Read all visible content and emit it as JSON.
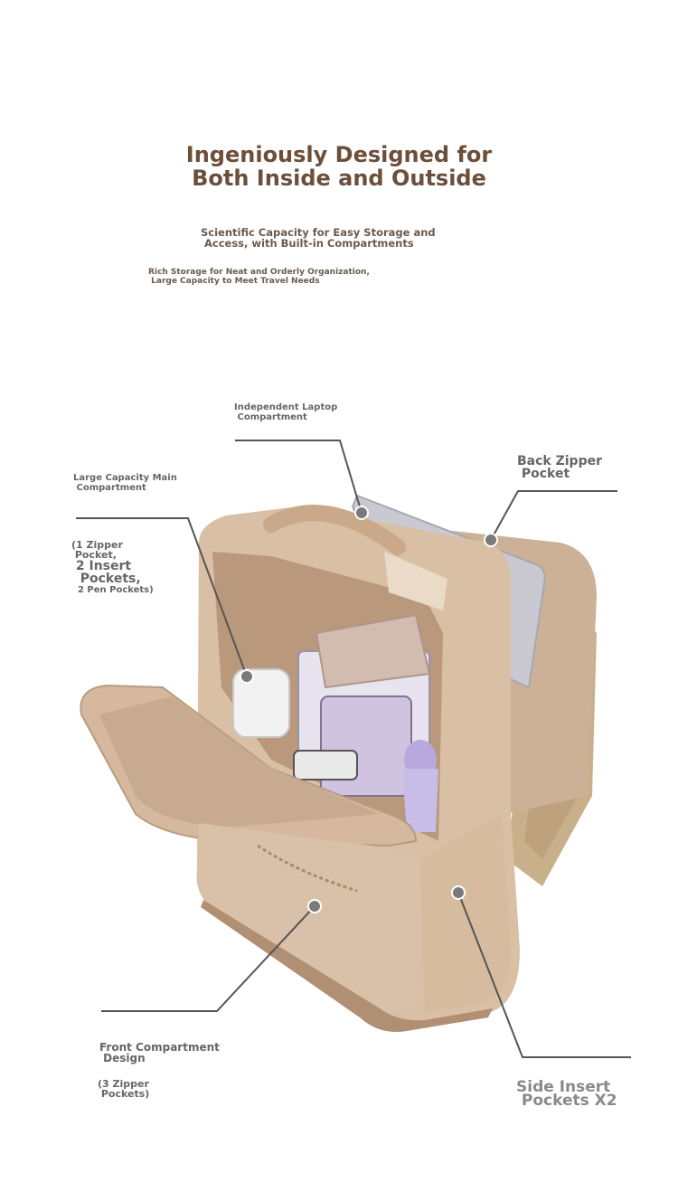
{
  "headline": {
    "line1": "Ingeniously Designed for",
    "line2": "Both Inside and Outside"
  },
  "subtitle": {
    "line1": "Scientific Capacity for Easy Storage and",
    "line2": " Access, with Built-in Compartments"
  },
  "subtitle2": {
    "line1": "Rich Storage for Neat and Orderly Organization,",
    "line2": " Large Capacity to Meet Travel Needs"
  },
  "callouts": {
    "laptop": {
      "line1": "Independent Laptop",
      "line2": " Compartment"
    },
    "back_zipper": {
      "line1": "Back Zipper",
      "line2": " Pocket"
    },
    "main": {
      "line1": "Large Capacity Main",
      "line2": " Compartment"
    },
    "main_detail": {
      "line1": "(1 Zipper",
      "line2": " Pocket,",
      "line3": " 2 Insert",
      "line4": "  Pockets,",
      "line5": "  2 Pen Pockets)"
    },
    "front": {
      "line1": "Front Compartment",
      "line2": " Design"
    },
    "front_detail": {
      "line1": "(3 Zipper",
      "line2": " Pockets)"
    },
    "side": {
      "line1": "Side Insert",
      "line2": " Pockets X2"
    }
  },
  "colors": {
    "headline": "#6b4f3a",
    "bag_main": "#d9bfa4",
    "bag_shadow": "#b89c80",
    "bag_inner": "#cfb29a",
    "laptop": "#c9c9d2",
    "callout_line": "#555555",
    "dot": "#7a7a7a"
  }
}
